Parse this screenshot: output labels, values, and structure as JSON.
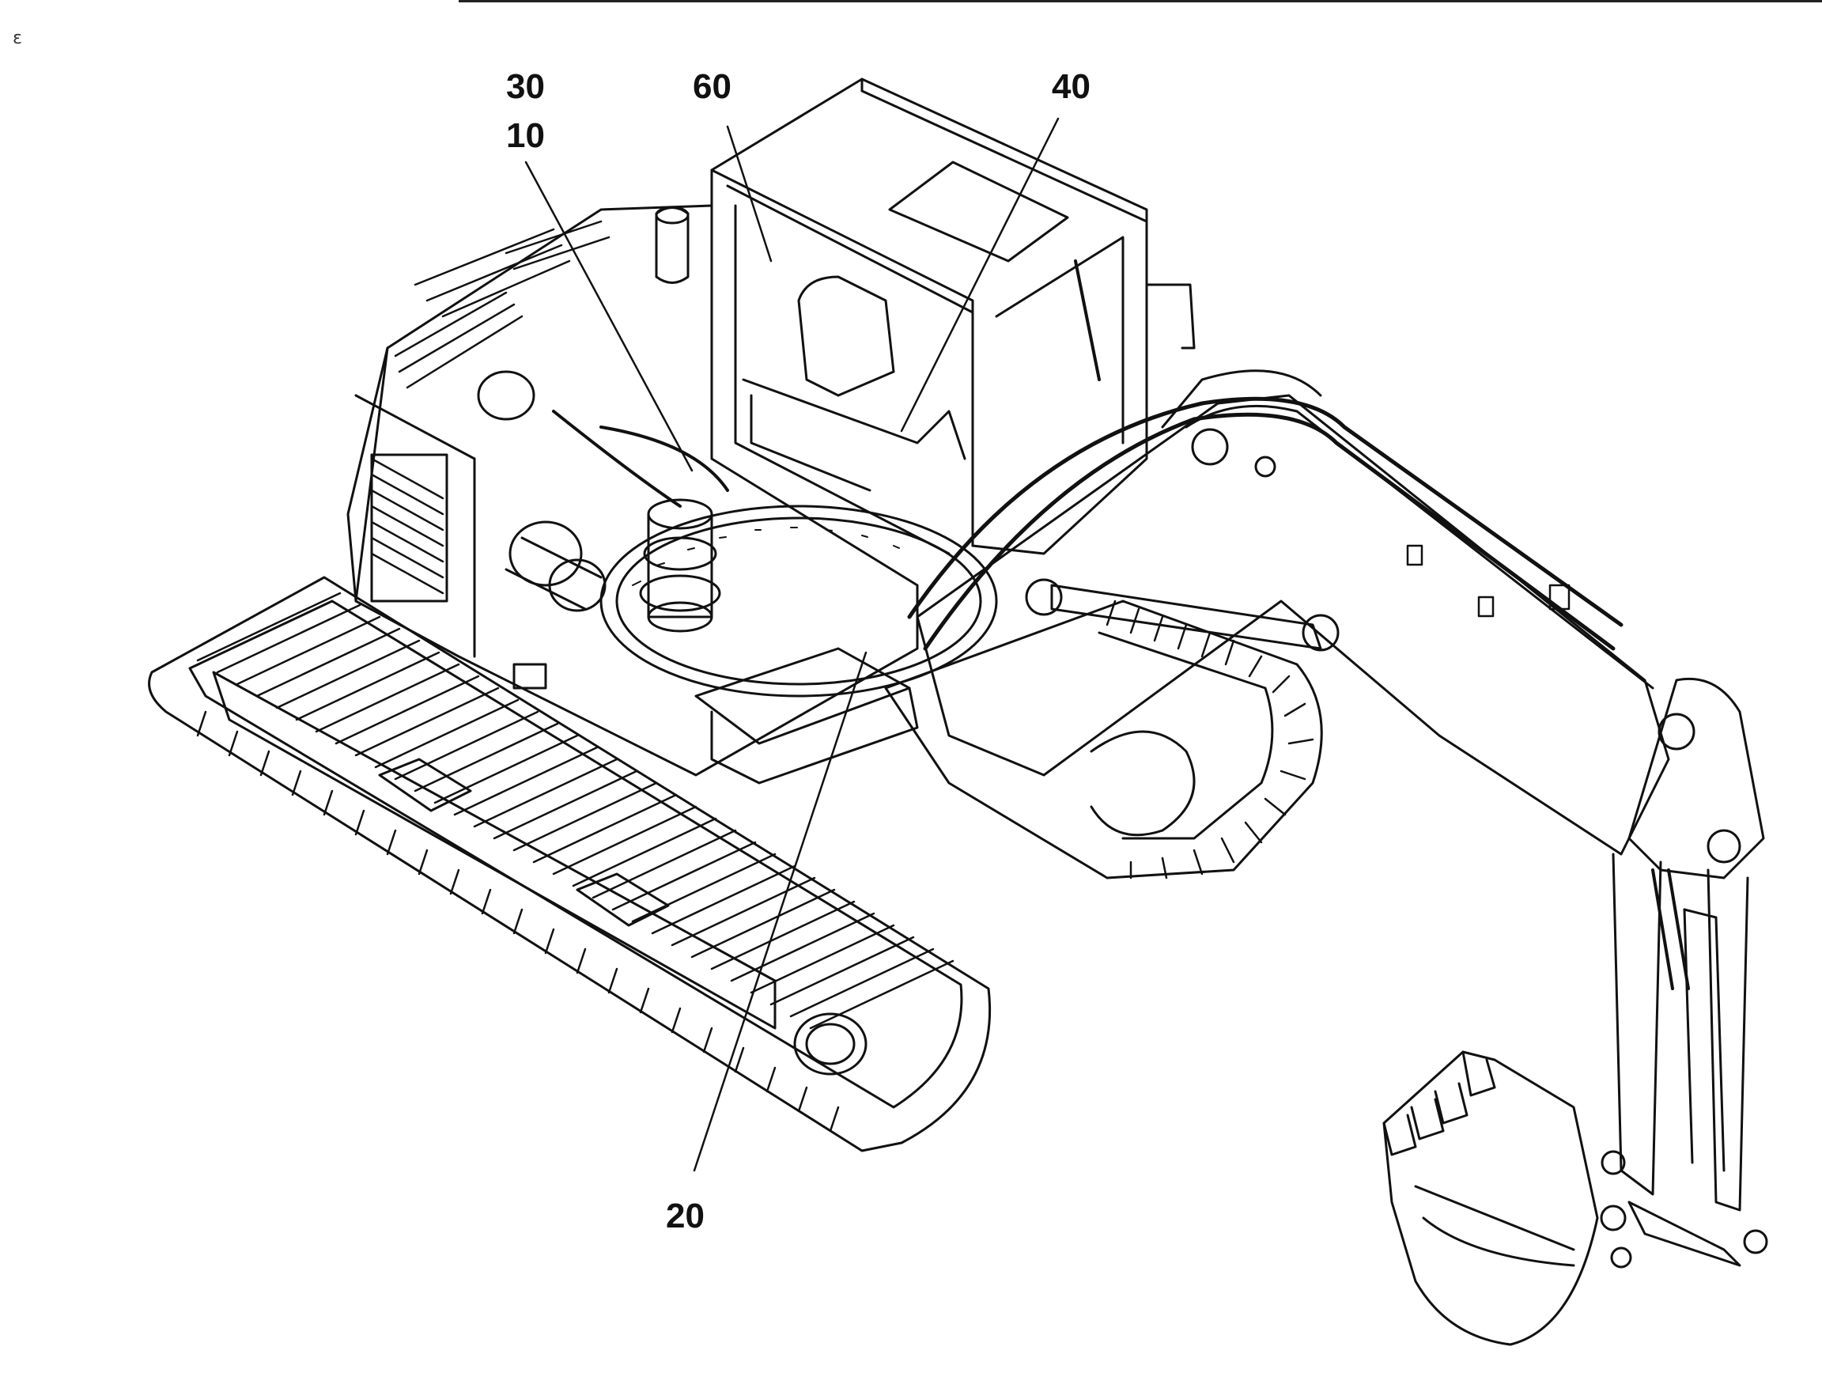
{
  "diagram": {
    "subject": "excavator-hydraulic-layout",
    "callouts": {
      "c30": "30",
      "c10": "10",
      "c60": "60",
      "c40": "40",
      "c20": "20"
    }
  },
  "colors": {
    "ink": "#111111",
    "paper": "#ffffff"
  }
}
